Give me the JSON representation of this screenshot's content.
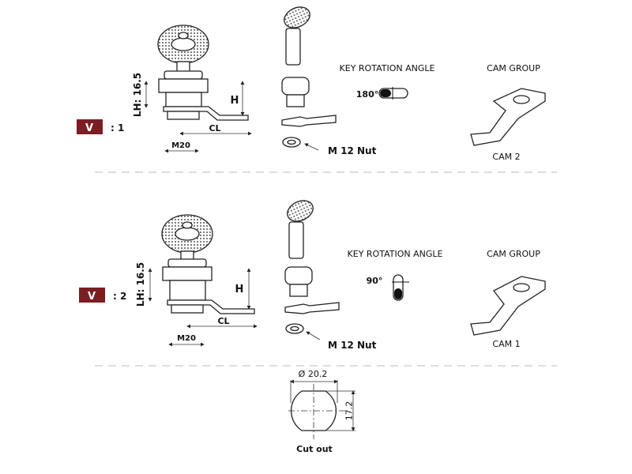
{
  "variants": [
    {
      "badge": "V",
      "number": ": 1",
      "lh_label": "LH: 16.5",
      "h_label": "H",
      "cl_label": "CL",
      "m20_label": "M20",
      "nut_label": "M 12 Nut",
      "rotation_title": "KEY ROTATION ANGLE",
      "rotation_angle": "180°",
      "cam_group_title": "CAM GROUP",
      "cam_name": "CAM 2"
    },
    {
      "badge": "V",
      "number": ": 2",
      "lh_label": "LH: 16.5",
      "h_label": "H",
      "cl_label": "CL",
      "m20_label": "M20",
      "nut_label": "M 12 Nut",
      "rotation_title": "KEY ROTATION ANGLE",
      "rotation_angle": "90°",
      "cam_group_title": "CAM GROUP",
      "cam_name": "CAM 1"
    }
  ],
  "cutout": {
    "diameter_label": "Ø 20.2",
    "height_label": "17.2",
    "caption": "Cut out"
  },
  "colors": {
    "badge": "#7b1e22",
    "divider": "#bbbbbb"
  }
}
